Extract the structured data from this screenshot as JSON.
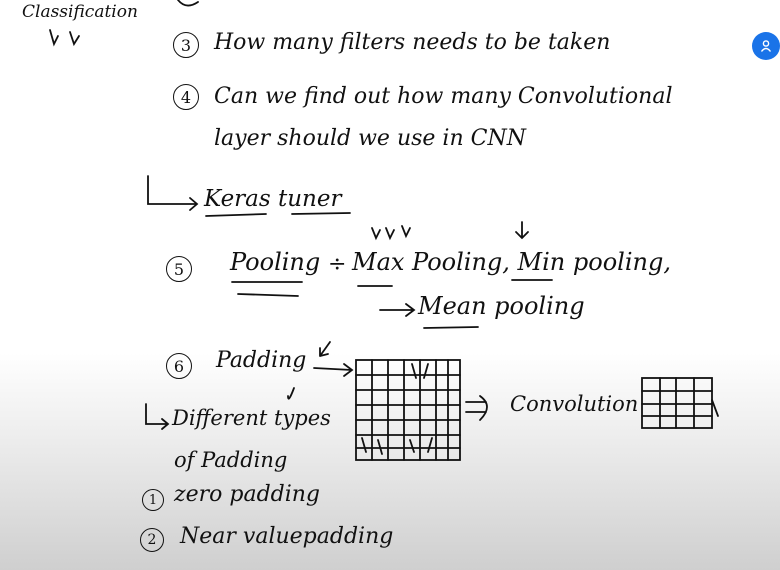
{
  "header_word": "Classification",
  "items": {
    "item3": {
      "num": "3",
      "text": "How many filters needs to be taken"
    },
    "item4": {
      "num": "4",
      "line1": "Can we find out how many Convolutional",
      "line2": "layer should we use in CNN"
    },
    "keras": "Keras tuner",
    "item5": {
      "num": "5",
      "label": "Pooling",
      "colon": "÷",
      "line1": "Max Pooling, Min pooling,",
      "line2": "Mean pooling"
    },
    "item6": {
      "num": "6",
      "label": "Padding"
    },
    "convolution": "Convolution",
    "types_line1": "Different types",
    "types_line2": "of Padding",
    "zero": {
      "num": "1",
      "text": "zero padding"
    },
    "near": {
      "num": "2",
      "text": "Near valuepadding"
    }
  }
}
